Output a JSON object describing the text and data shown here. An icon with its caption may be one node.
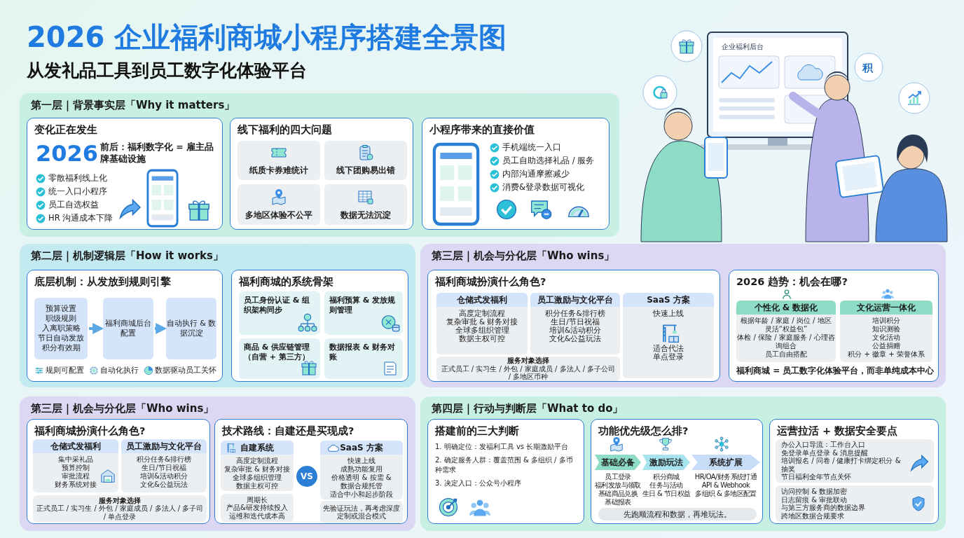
{
  "diagram": {
    "title": "2026 企业福利商城小程序搭建全景图",
    "nodes": [
      {
        "text": [
          "第一层｜背景事实层「Why it matters」"
        ]
      },
      {
        "text": [
          "变化正在发生",
          "2026",
          "前后：福利数字化 = 雇主品牌基础设施",
          "零散福利线上化",
          "统一入口小程序",
          "员工自选权益",
          "HR 沟通成本下降"
        ],
        "in": 0
      },
      {
        "text": [
          "线下福利的四大问题"
        ],
        "in": 0
      },
      {
        "text": [
          "纸质卡券难统计"
        ],
        "in": 2
      },
      {
        "text": [
          "线下团购易出错"
        ],
        "in": 2
      },
      {
        "text": [
          "多地区体验不公平"
        ],
        "in": 2
      },
      {
        "text": [
          "数据无法沉淀"
        ],
        "in": 2
      },
      {
        "text": [
          "小程序带来的直接价值",
          "手机端统一入口",
          "员工自助选择礼品 / 服务",
          "内部沟通摩擦减少",
          "消费&登录数据可视化"
        ],
        "in": 0
      },
      {
        "text": [
          "第二层｜机制逻辑层「How it works」"
        ]
      },
      {
        "text": [
          "底层机制：从发放到规则引擎",
          "规则可配置",
          "自动化执行",
          "数据驱动员工关怀"
        ],
        "in": 8
      },
      {
        "text": [
          "预算设置",
          "职级规则",
          "入离职策略",
          "节日自动发放",
          "积分有效期"
        ],
        "in": 9
      },
      {
        "text": [
          "福利商城后台配置"
        ],
        "in": 9
      },
      {
        "text": [
          "自动执行 & 数据沉淀"
        ],
        "in": 9
      },
      {
        "text": [
          "福利商城的系统骨架"
        ],
        "in": 8
      },
      {
        "text": [
          "员工身份认证 & 组织架构同步"
        ],
        "in": 13
      },
      {
        "text": [
          "福利预算 & 发放规则管理"
        ],
        "in": 13
      },
      {
        "text": [
          "商品 & 供应链管理（自营 + 第三方）"
        ],
        "in": 13
      },
      {
        "text": [
          "数据报表 & 财务对账"
        ],
        "in": 13
      },
      {
        "text": [
          "第三层｜机会与分化层「Who wins」"
        ]
      },
      {
        "text": [
          "福利商城扮演什么角色?"
        ],
        "in": 18
      },
      {
        "text": [
          "仓储式发福利",
          "高度定制流程",
          "复杂审批 & 财务对接",
          "全球多组织管理",
          "数据主权可控"
        ],
        "in": 19
      },
      {
        "text": [
          "员工激励与文化平台",
          "积分任务&排行榜",
          "生日/节日祝福",
          "培训&活动积分",
          "文化&公益玩法"
        ],
        "in": 19
      },
      {
        "text": [
          "SaaS 方案",
          "快速上线",
          "适合代法",
          "单点登录"
        ],
        "in": 19
      },
      {
        "text": [
          "服务对象选择",
          "正式员工 / 实习生 / 外包 / 家庭成员 / 多法人 / 多子公司 / 多地区币种"
        ],
        "in": 19
      },
      {
        "text": [
          "2026 趋势：机会在哪?",
          "福利商城 = 员工数字化体验平台，而非单纯成本中心"
        ],
        "in": 18
      },
      {
        "text": [
          "个性化 & 数据化",
          "根据年龄 / 家庭 / 岗位 / 地区",
          "灵活“权益包”",
          "体检 / 保险 / 家庭服务 / 心理咨询组合",
          "员工自由搭配"
        ],
        "in": 24
      },
      {
        "text": [
          "文化运营一体化",
          "培训积分",
          "知识测验",
          "文化活动",
          "公益捐赠",
          "积分 + 徽章 + 荣誉体系"
        ],
        "in": 24
      },
      {
        "text": [
          "第三层｜机会与分化层「Who wins」"
        ]
      },
      {
        "text": [
          "福利商城扮演什么角色?"
        ],
        "in": 27
      },
      {
        "text": [
          "仓储式发福利",
          "集中采礼品",
          "预算控制",
          "审批流程",
          "财务系统对接"
        ],
        "in": 28
      },
      {
        "text": [
          "员工激励与文化平台",
          "积分任务&排行榜",
          "生日/节日祝福",
          "培训&活动积分",
          "文化&公益玩法"
        ],
        "in": 28
      },
      {
        "text": [
          "服务对象选择",
          "正式员工 / 实习生 / 外包 / 家庭成员 / 多法人 / 多子司 / 单点登录"
        ],
        "in": 28
      },
      {
        "text": [
          "技术路线：自建还是买现成?"
        ],
        "in": 27
      },
      {
        "text": [
          "自建系统",
          "高度定制流程",
          "复杂审批 & 财务对接",
          "全球多组织管理",
          "数据主权可控"
        ],
        "in": 32
      },
      {
        "text": [
          "周期长",
          "产品&研发持续投入",
          "运维和迭代成本高"
        ],
        "in": 32
      },
      {
        "text": [
          "SaaS 方案",
          "快速上线",
          "成熟功能复用",
          "价格透明 & 按需 &",
          "数据合规托管",
          "适合中小和起步阶段"
        ],
        "in": 32
      },
      {
        "text": [
          "先验证玩法，再考虑深度定制或混合模式"
        ],
        "in": 32
      },
      {
        "text": [
          "VS"
        ],
        "in": 32
      },
      {
        "text": [
          "第四层｜行动与判断层「What to do」"
        ]
      },
      {
        "text": [
          "搭建前的三大判断",
          "1. 明确定位：发福利工具 vs 长期激励平台",
          "2. 确定服务人群：覆盖范围 & 多组织 / 多币种需求",
          "3. 决定入口：公众号小程序"
        ],
        "in": 38
      },
      {
        "text": [
          "功能优先级怎么排?",
          "先跑顺流程和数据，再堆玩法。"
        ],
        "in": 38
      },
      {
        "text": [
          "基础必备"
        ],
        "in": 40,
        "beside": [
          "员工登录",
          "福利发放与领取",
          "基础商品兑换",
          "基础报表"
        ]
      },
      {
        "text": [
          "激励玩法"
        ],
        "in": 40,
        "beside": [
          "积分商城",
          "任务与活动",
          "生日 & 节日权益"
        ]
      },
      {
        "text": [
          "系统扩展"
        ],
        "in": 40,
        "beside": [
          "HR/OA/财务系统打通",
          "API & Webhook",
          "多组织 & 多地区配置"
        ]
      },
      {
        "text": [
          "运营拉活 + 数据安全要点"
        ],
        "in": 38
      },
      {
        "text": [
          "办公入口导流：工作台入口",
          "免登录单点登录 & 消息提醒",
          "培训报名 / 问卷 / 健康打卡绑定积分 & 抽奖",
          "节日福利全年节点关怀"
        ],
        "in": 44
      },
      {
        "text": [
          "访问控制 & 数据加密",
          "日志留痕 & 审批联动",
          "与第三方服务商的数据边界",
          "跨地区数据合规要求"
        ],
        "in": 44
      }
    ],
    "edges": [
      {
        "from": 10,
        "to": 11,
        "arrow": "to"
      },
      {
        "from": 11,
        "to": 12,
        "arrow": "to"
      }
    ],
    "labels": [
      "从发礼品工具到员工数字化体验平台",
      "企业福利后台",
      "积"
    ]
  }
}
